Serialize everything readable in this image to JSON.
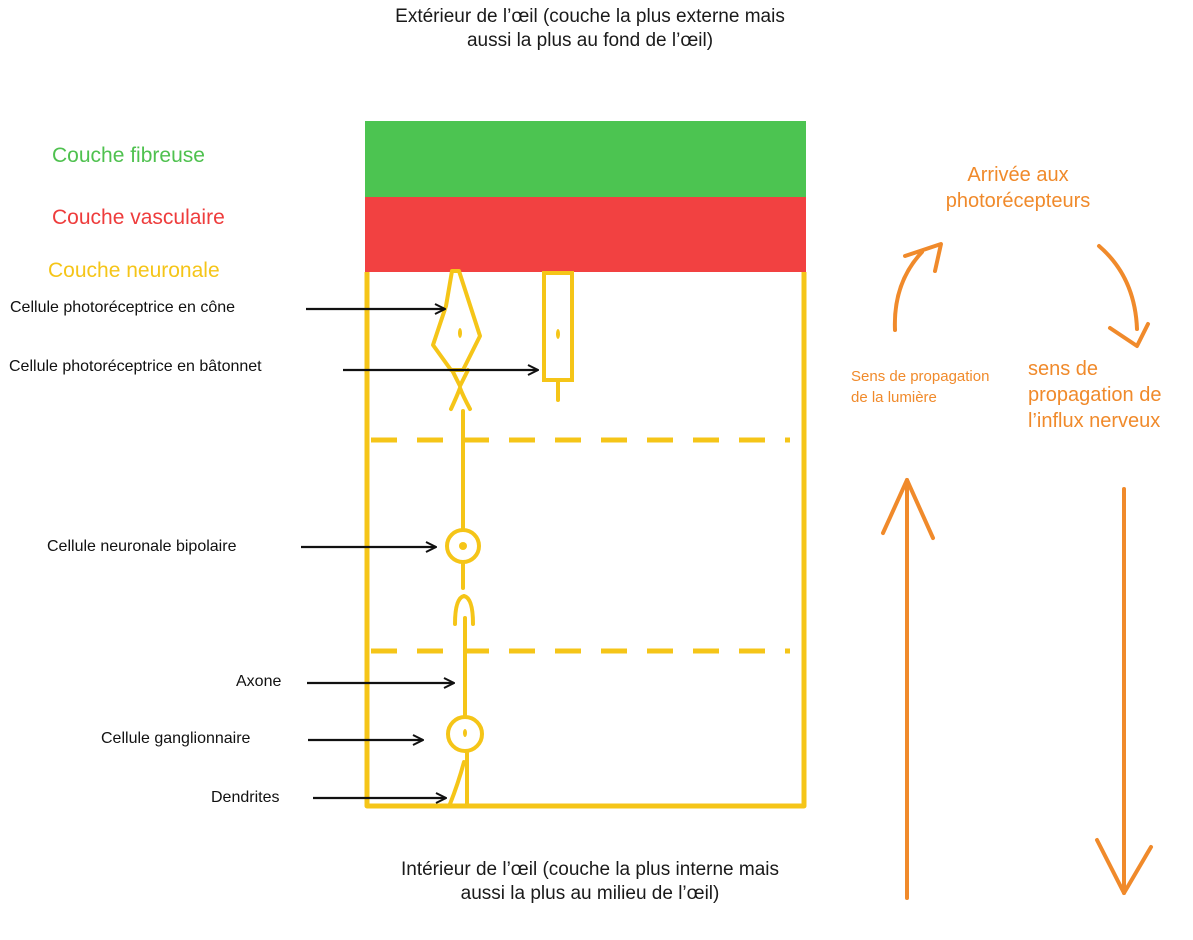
{
  "titles": {
    "top": "Extérieur de l’œil (couche la plus externe mais aussi la plus au fond de l’œil)",
    "bottom": "Intérieur de l’œil (couche la plus interne mais aussi la plus au milieu de l’œil)"
  },
  "layers": {
    "fibrous": "Couche fibreuse",
    "vascular": "Couche vasculaire",
    "neural": "Couche neuronale"
  },
  "cells": {
    "cone": "Cellule photoréceptrice en cône",
    "rod": "Cellule photoréceptrice en bâtonnet",
    "bipolar": "Cellule neuronale bipolaire",
    "axon": "Axone",
    "ganglion": "Cellule ganglionnaire",
    "dendrites": "Dendrites"
  },
  "right": {
    "arrival": "Arrivée aux photorécepteurs",
    "light_direction": "Sens de propagation de la lumière",
    "nerve_direction": "sens de propagation de l’influx nerveux"
  },
  "colors": {
    "fibrous": "#4fc14f",
    "vascular": "#f24040",
    "neural": "#f5c518",
    "arrows_orange": "#f08a2b",
    "label_arrows": "#111111"
  }
}
